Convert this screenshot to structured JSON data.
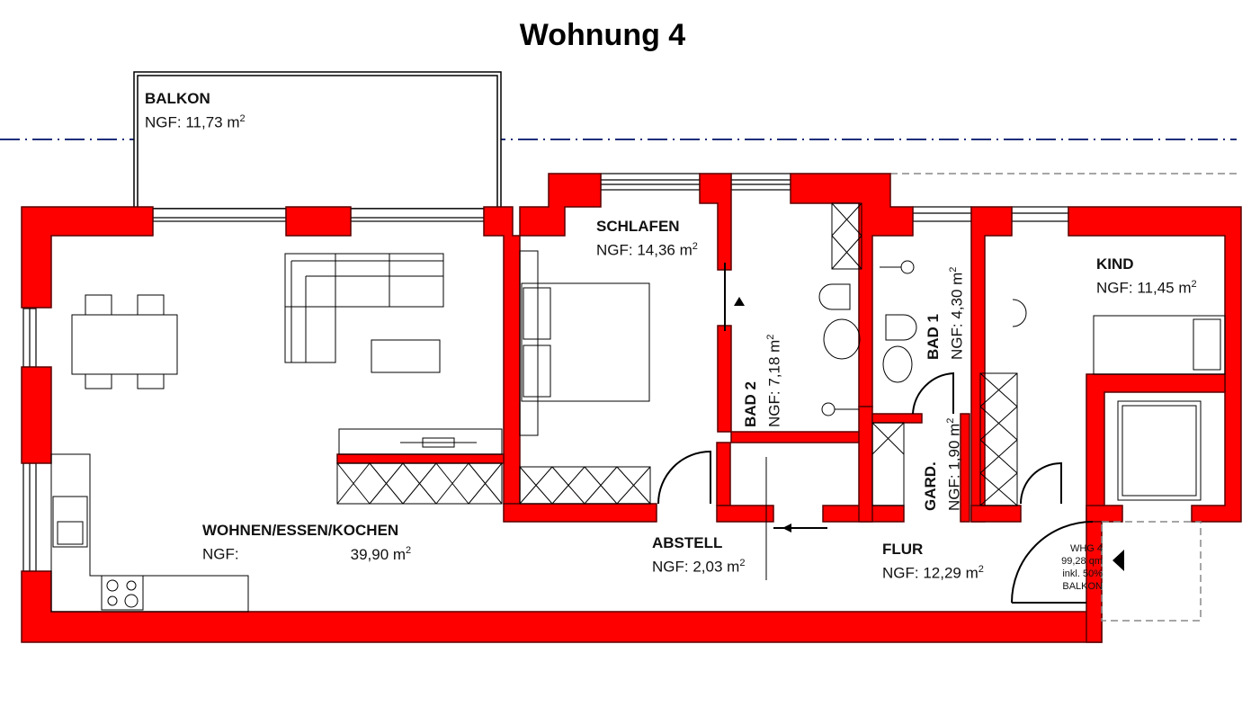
{
  "title": "Wohnung 4",
  "colors": {
    "wall": "#ff0000",
    "wall_edge": "#7a0000",
    "axis_line": "#1f2f7a",
    "dashed": "#888888"
  },
  "rooms": [
    {
      "id": "balkon",
      "name": "BALKON",
      "area_label": "NGF: 11,73 m",
      "unit_sup": "2"
    },
    {
      "id": "schlafen",
      "name": "SCHLAFEN",
      "area_label": "NGF: 14,36 m",
      "unit_sup": "2"
    },
    {
      "id": "bad2",
      "name": "BAD 2",
      "area_label": "NGF: 7,18 m",
      "unit_sup": "2"
    },
    {
      "id": "bad1",
      "name": "BAD 1",
      "area_label": "NGF: 4,30 m",
      "unit_sup": "2"
    },
    {
      "id": "kind",
      "name": "KIND",
      "area_label": "NGF: 11,45 m",
      "unit_sup": "2"
    },
    {
      "id": "wohnen",
      "name": "WOHNEN/ESSEN/KOCHEN",
      "area_prefix": "NGF:",
      "area_value": "39,90 m",
      "unit_sup": "2"
    },
    {
      "id": "abstell",
      "name": "ABSTELL",
      "area_label": "NGF: 2,03 m",
      "unit_sup": "2"
    },
    {
      "id": "gard",
      "name": "GARD.",
      "area_label": "NGF: 1,90 m",
      "unit_sup": "2"
    },
    {
      "id": "flur",
      "name": "FLUR",
      "area_label": "NGF: 12,29 m",
      "unit_sup": "2"
    }
  ],
  "summary": {
    "line1": "WHG 4",
    "line2": "99,28 qm",
    "line3": "inkl. 50%",
    "line4": "BALKON"
  },
  "entrance_marker": "entrance-arrow"
}
